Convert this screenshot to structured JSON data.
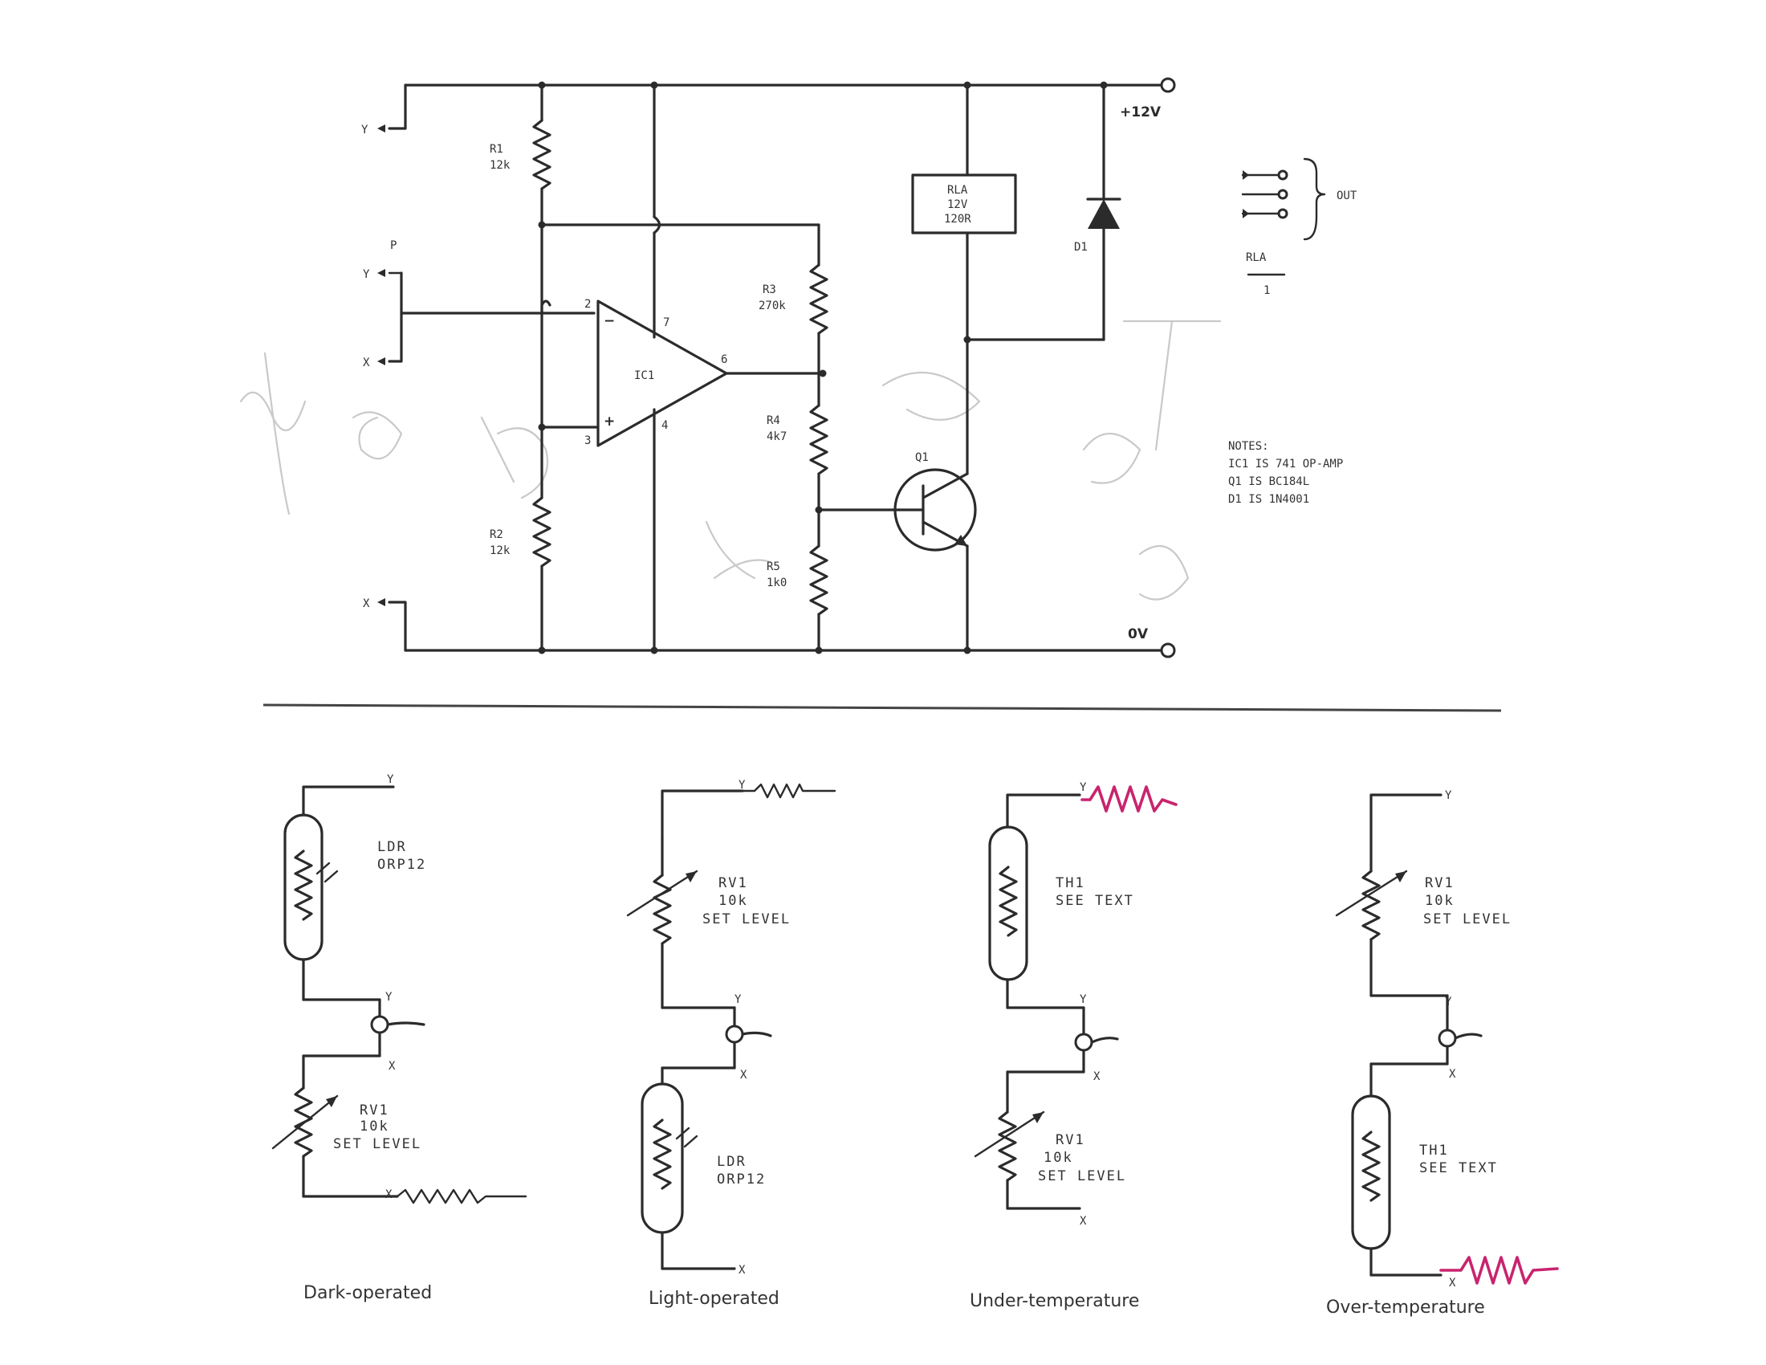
{
  "schematic": {
    "supply_label": "+12V",
    "ground_label": "0V",
    "input_labels": {
      "y_top": "Y",
      "y_mid": "Y",
      "x_mid": "X",
      "x_bottom": "X",
      "sw": "P"
    },
    "resistors": {
      "r1": {
        "name": "R1",
        "value": "12k"
      },
      "r2": {
        "name": "R2",
        "value": "12k"
      },
      "r3": {
        "name": "R3",
        "value": "270k"
      },
      "r4": {
        "name": "R4",
        "value": "4k7"
      },
      "r5": {
        "name": "R5",
        "value": "1k0"
      }
    },
    "opamp": {
      "name": "IC1",
      "pin_inv": "2",
      "pin_noninv": "3",
      "pin_v_plus": "7",
      "pin_out": "6",
      "pin_v_minus": "4",
      "minus_sign": "−",
      "plus_sign": "+"
    },
    "transistor": {
      "name": "Q1"
    },
    "diode": {
      "name": "D1"
    },
    "relay": {
      "name": "RLA",
      "line2": "12V",
      "line3": "120R"
    },
    "contacts": {
      "out_label": "OUT",
      "relay_label": "RLA",
      "relay_number": "1"
    },
    "notes": {
      "heading": "NOTES:",
      "lines": [
        "IC1 IS 741 OP-AMP",
        "Q1 IS BC184L",
        "D1 IS 1N4001"
      ]
    }
  },
  "variants": [
    {
      "caption": "Dark-operated",
      "top_label": "Y",
      "mid_y": "Y",
      "mid_x": "X",
      "bottom_label": "X",
      "upper": {
        "name": "LDR",
        "value": "ORP12"
      },
      "lower": {
        "name": "RV1",
        "value": "10k",
        "note": "SET LEVEL"
      }
    },
    {
      "caption": "Light-operated",
      "top_label": "Y",
      "mid_y": "Y",
      "mid_x": "X",
      "bottom_label": "X",
      "upper": {
        "name": "RV1",
        "value": "10k",
        "note": "SET LEVEL"
      },
      "lower": {
        "name": "LDR",
        "value": "ORP12"
      }
    },
    {
      "caption": "Under-temperature",
      "top_label": "Y",
      "mid_y": "Y",
      "mid_x": "X",
      "bottom_label": "X",
      "upper": {
        "name": "TH1",
        "value": "SEE TEXT"
      },
      "lower": {
        "name": "RV1",
        "value": "10k",
        "note": "SET LEVEL"
      }
    },
    {
      "caption": "Over-temperature",
      "top_label": "Y",
      "mid_y": "Y",
      "mid_x": "X",
      "bottom_label": "X",
      "upper": {
        "name": "RV1",
        "value": "10k",
        "note": "SET LEVEL"
      },
      "lower": {
        "name": "TH1",
        "value": "SEE TEXT"
      }
    }
  ],
  "colors": {
    "ink": "#2b2b2b",
    "annotation_pink": "#c8246e",
    "scribble": "#c9c9c9"
  }
}
